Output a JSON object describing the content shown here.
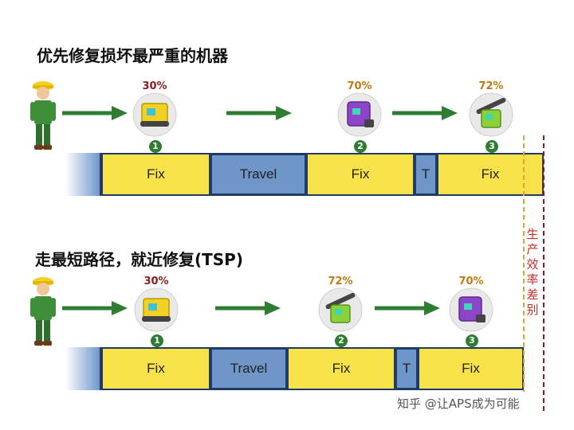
{
  "sections": [
    {
      "title": "优先修复损坏最严重的机器",
      "machines": [
        {
          "percent": "30%",
          "number": "1",
          "percent_color": "#8b1a1a",
          "body_color": "#f2d024"
        },
        {
          "percent": "70%",
          "number": "2",
          "percent_color": "#c07a12",
          "body_color": "#8e44c9"
        },
        {
          "percent": "72%",
          "number": "3",
          "percent_color": "#c07a12",
          "body_color": "#8ad13a"
        }
      ],
      "segments": [
        "Fix",
        "Travel",
        "Fix",
        "T",
        "Fix"
      ]
    },
    {
      "title": "走最短路径，就近修复(TSP)",
      "machines": [
        {
          "percent": "30%",
          "number": "1",
          "percent_color": "#8b1a1a",
          "body_color": "#f2d024"
        },
        {
          "percent": "72%",
          "number": "2",
          "percent_color": "#c07a12",
          "body_color": "#8ad13a"
        },
        {
          "percent": "70%",
          "number": "3",
          "percent_color": "#c07a12",
          "body_color": "#8e44c9"
        }
      ],
      "segments": [
        "Fix",
        "Travel",
        "Fix",
        "T",
        "Fix"
      ]
    }
  ],
  "side_label": "生产效率差别",
  "watermark": "知乎 @让APS成为可能",
  "colors": {
    "arrow": "#2e7d32",
    "fix": "#f7e24a",
    "travel": "#6f96c9",
    "border": "#1f3b66",
    "diff_line": "#e2a13c",
    "diff_line2": "#8b1a1a"
  }
}
